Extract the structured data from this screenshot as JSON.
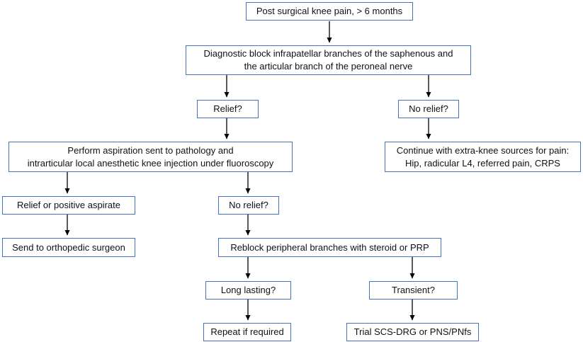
{
  "figure": {
    "type": "flowchart",
    "background_color": "#ffffff",
    "box_border_color": "#4472c4",
    "box_fill_color": "#ffffff",
    "text_color": "#111111",
    "arrow_color": "#000000"
  },
  "nodes": {
    "start": {
      "lines": [
        "Post surgical knee pain, > 6 months"
      ]
    },
    "diagnostic": {
      "lines": [
        "Diagnostic block infrapatellar branches of the saphenous and",
        "the articular branch of the peroneal nerve"
      ]
    },
    "relief1": {
      "lines": [
        "Relief?"
      ]
    },
    "norelief1": {
      "lines": [
        "No relief?"
      ]
    },
    "aspiration": {
      "lines": [
        "Perform aspiration sent to pathology and",
        "intrarticular local anesthetic knee injection under fluoroscopy"
      ]
    },
    "continue": {
      "lines": [
        "Continue with extra-knee sources for pain:",
        "Hip, radicular L4, referred pain, CRPS"
      ]
    },
    "reliefasp": {
      "lines": [
        "Relief or positive aspirate"
      ]
    },
    "norelief2": {
      "lines": [
        "No relief?"
      ]
    },
    "surgeon": {
      "lines": [
        "Send to orthopedic surgeon"
      ]
    },
    "reblock": {
      "lines": [
        "Reblock peripheral branches with steroid or PRP"
      ]
    },
    "longlasting": {
      "lines": [
        "Long lasting?"
      ]
    },
    "transient": {
      "lines": [
        "Transient?"
      ]
    },
    "repeat": {
      "lines": [
        "Repeat if required"
      ]
    },
    "trial": {
      "lines": [
        "Trial SCS-DRG or PNS/PNfs"
      ]
    }
  },
  "edges": [
    {
      "from": "start",
      "to": "diagnostic"
    },
    {
      "from": "diagnostic",
      "to": "relief1"
    },
    {
      "from": "diagnostic",
      "to": "norelief1"
    },
    {
      "from": "relief1",
      "to": "aspiration"
    },
    {
      "from": "norelief1",
      "to": "continue"
    },
    {
      "from": "aspiration",
      "to": "reliefasp"
    },
    {
      "from": "aspiration",
      "to": "norelief2"
    },
    {
      "from": "reliefasp",
      "to": "surgeon"
    },
    {
      "from": "norelief2",
      "to": "reblock"
    },
    {
      "from": "reblock",
      "to": "longlasting"
    },
    {
      "from": "reblock",
      "to": "transient"
    },
    {
      "from": "longlasting",
      "to": "repeat"
    },
    {
      "from": "transient",
      "to": "trial"
    }
  ]
}
